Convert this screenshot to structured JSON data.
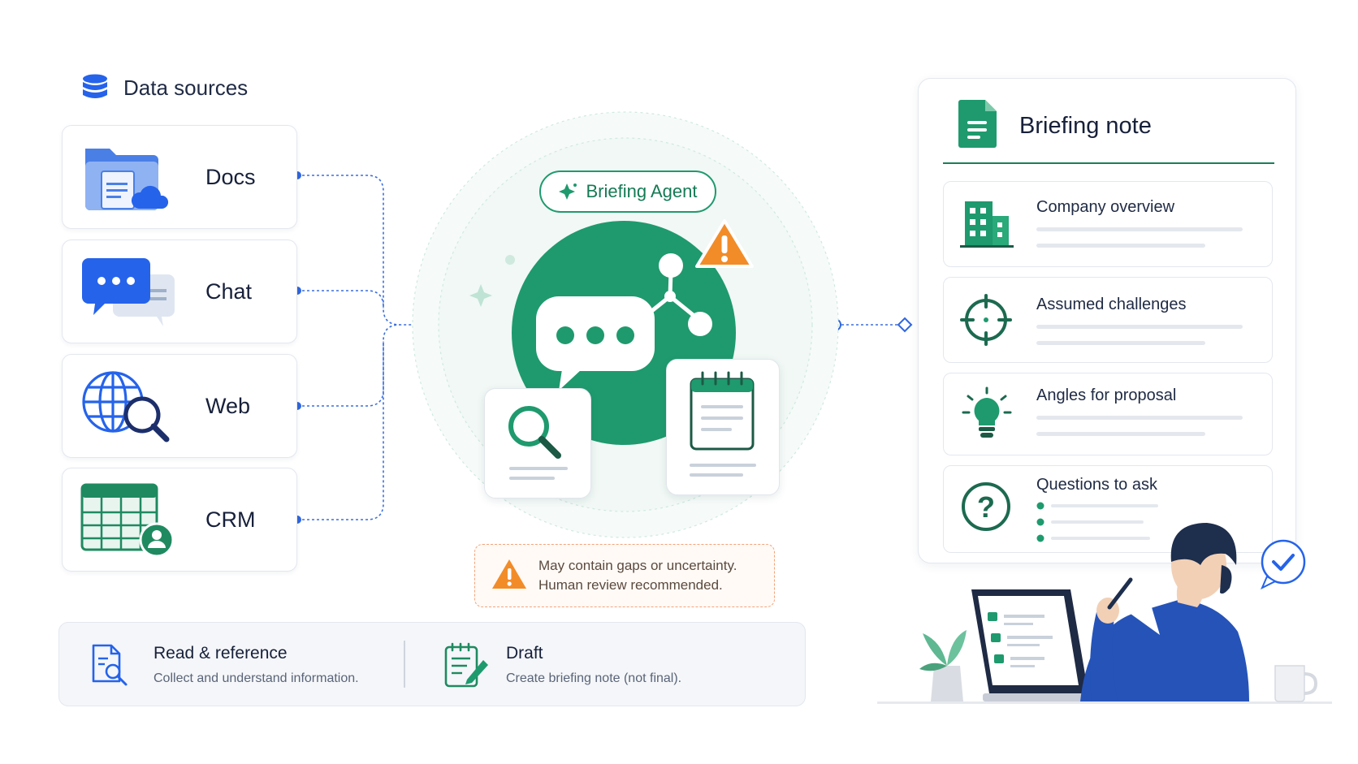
{
  "data_sources": {
    "title": "Data sources",
    "items": [
      {
        "label": "Docs",
        "icon": "folder-cloud-icon"
      },
      {
        "label": "Chat",
        "icon": "chat-bubbles-icon"
      },
      {
        "label": "Web",
        "icon": "globe-search-icon"
      },
      {
        "label": "CRM",
        "icon": "spreadsheet-user-icon"
      }
    ]
  },
  "agent": {
    "name": "Briefing Agent",
    "warning": {
      "line1": "May contain gaps or uncertainty.",
      "line2": "Human review recommended."
    }
  },
  "steps": [
    {
      "title": "Read & reference",
      "desc": "Collect and understand information.",
      "icon": "document-search-icon"
    },
    {
      "title": "Draft",
      "desc": "Create briefing note (not final).",
      "icon": "notepad-pen-icon"
    }
  ],
  "briefing_note": {
    "title": "Briefing note",
    "sections": [
      {
        "title": "Company overview",
        "icon": "building-icon"
      },
      {
        "title": "Assumed challenges",
        "icon": "target-icon"
      },
      {
        "title": "Angles for proposal",
        "icon": "lightbulb-icon"
      },
      {
        "title": "Questions to ask",
        "icon": "question-icon"
      }
    ]
  },
  "colors": {
    "green": "#1f9a6e",
    "blue": "#2563eb",
    "orange": "#f28c28",
    "navy": "#1f2a44"
  }
}
